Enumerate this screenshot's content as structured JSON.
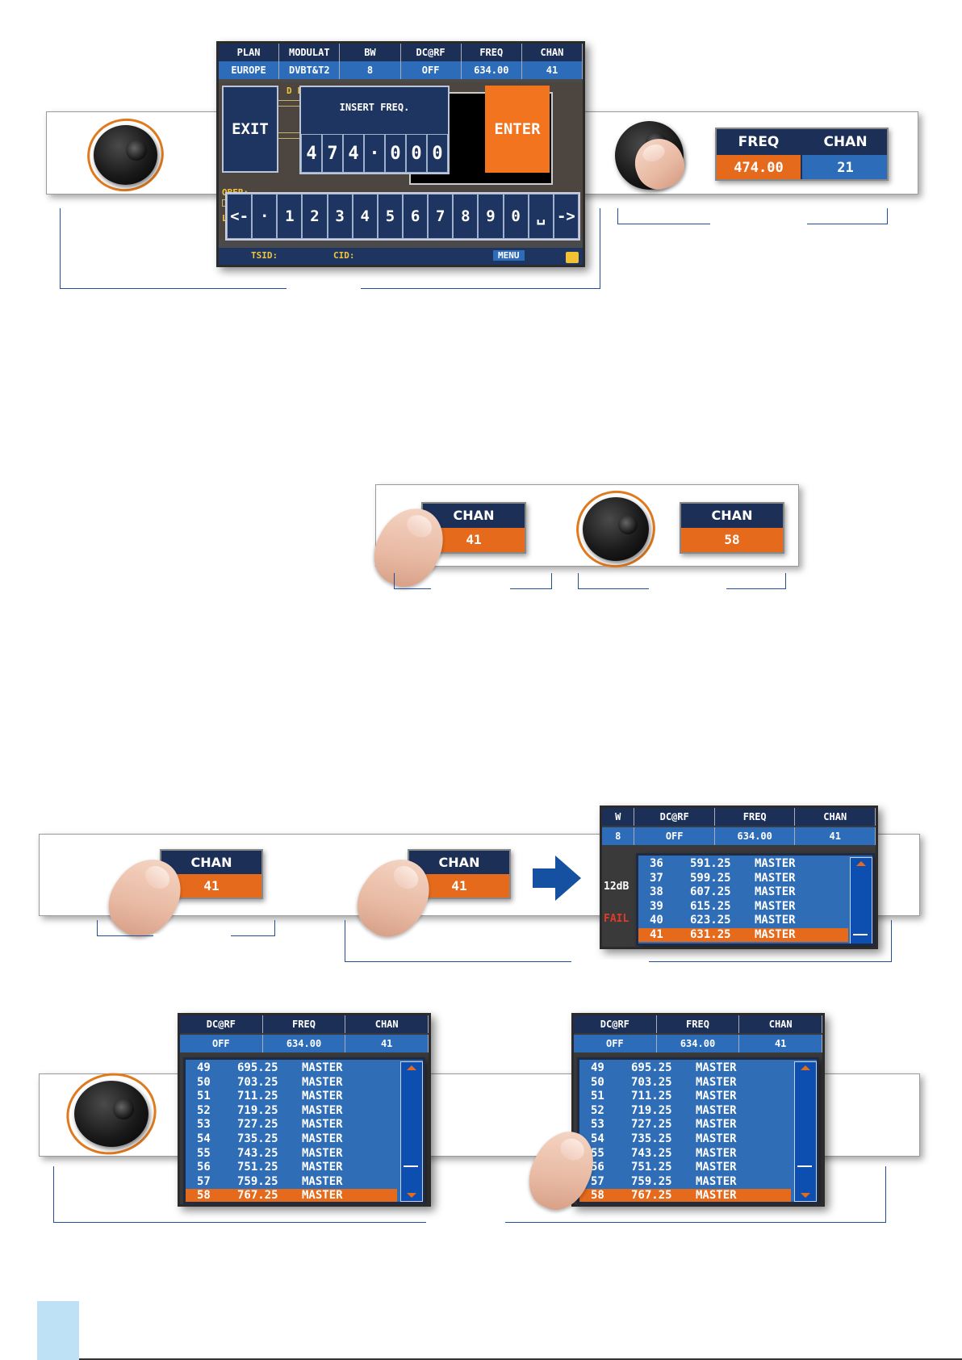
{
  "colors": {
    "header_dark": "#1c2f57",
    "header_value": "#2d6cb8",
    "orange": "#e56a1c",
    "bracket": "#1f4f9a"
  },
  "screen1": {
    "headers": [
      "PLAN",
      "MODULAT",
      "BW",
      "DC@RF",
      "FREQ",
      "CHAN"
    ],
    "values": [
      "EUROPE",
      "DVBT&T2",
      "8",
      "OFF",
      "634.00",
      "41"
    ],
    "bg_label_1": "D LOW",
    "bg_label_2": "OBER:----",
    "bg_label_3": "LBE",
    "bg_label_4": "TSID:",
    "bg_label_5": "CID:",
    "bg_label_6": "MENU",
    "exit_label": "EXIT",
    "enter_label": "ENTER",
    "dialog_title": "INSERT FREQ.",
    "digits": [
      "4",
      "7",
      "4",
      "·",
      "0",
      "0",
      "0"
    ],
    "keyboard": [
      "<-",
      "·",
      "1",
      "2",
      "3",
      "4",
      "5",
      "6",
      "7",
      "8",
      "9",
      "0",
      "␣",
      "->"
    ]
  },
  "freq_chan_widget": {
    "freq_label": "FREQ",
    "chan_label": "CHAN",
    "freq_value": "474.00",
    "chan_value": "21"
  },
  "chan_widget_41": {
    "label": "CHAN",
    "value": "41"
  },
  "chan_widget_58": {
    "label": "CHAN",
    "value": "58"
  },
  "list1": {
    "headers": [
      "W",
      "DC@RF",
      "FREQ",
      "CHAN"
    ],
    "values": [
      "8",
      "OFF",
      "634.00",
      "41"
    ],
    "side_labels": [
      "12dB",
      "FAIL"
    ],
    "rows": [
      {
        "ch": "36",
        "freq": "591.25",
        "mode": "MASTER"
      },
      {
        "ch": "37",
        "freq": "599.25",
        "mode": "MASTER"
      },
      {
        "ch": "38",
        "freq": "607.25",
        "mode": "MASTER"
      },
      {
        "ch": "39",
        "freq": "615.25",
        "mode": "MASTER"
      },
      {
        "ch": "40",
        "freq": "623.25",
        "mode": "MASTER"
      },
      {
        "ch": "41",
        "freq": "631.25",
        "mode": "MASTER"
      }
    ],
    "selected": 5
  },
  "list2": {
    "headers": [
      "DC@RF",
      "FREQ",
      "CHAN"
    ],
    "values": [
      "OFF",
      "634.00",
      "41"
    ],
    "rows": [
      {
        "ch": "49",
        "freq": "695.25",
        "mode": "MASTER"
      },
      {
        "ch": "50",
        "freq": "703.25",
        "mode": "MASTER"
      },
      {
        "ch": "51",
        "freq": "711.25",
        "mode": "MASTER"
      },
      {
        "ch": "52",
        "freq": "719.25",
        "mode": "MASTER"
      },
      {
        "ch": "53",
        "freq": "727.25",
        "mode": "MASTER"
      },
      {
        "ch": "54",
        "freq": "735.25",
        "mode": "MASTER"
      },
      {
        "ch": "55",
        "freq": "743.25",
        "mode": "MASTER"
      },
      {
        "ch": "56",
        "freq": "751.25",
        "mode": "MASTER"
      },
      {
        "ch": "57",
        "freq": "759.25",
        "mode": "MASTER"
      },
      {
        "ch": "58",
        "freq": "767.25",
        "mode": "MASTER"
      }
    ],
    "selected": 9
  }
}
